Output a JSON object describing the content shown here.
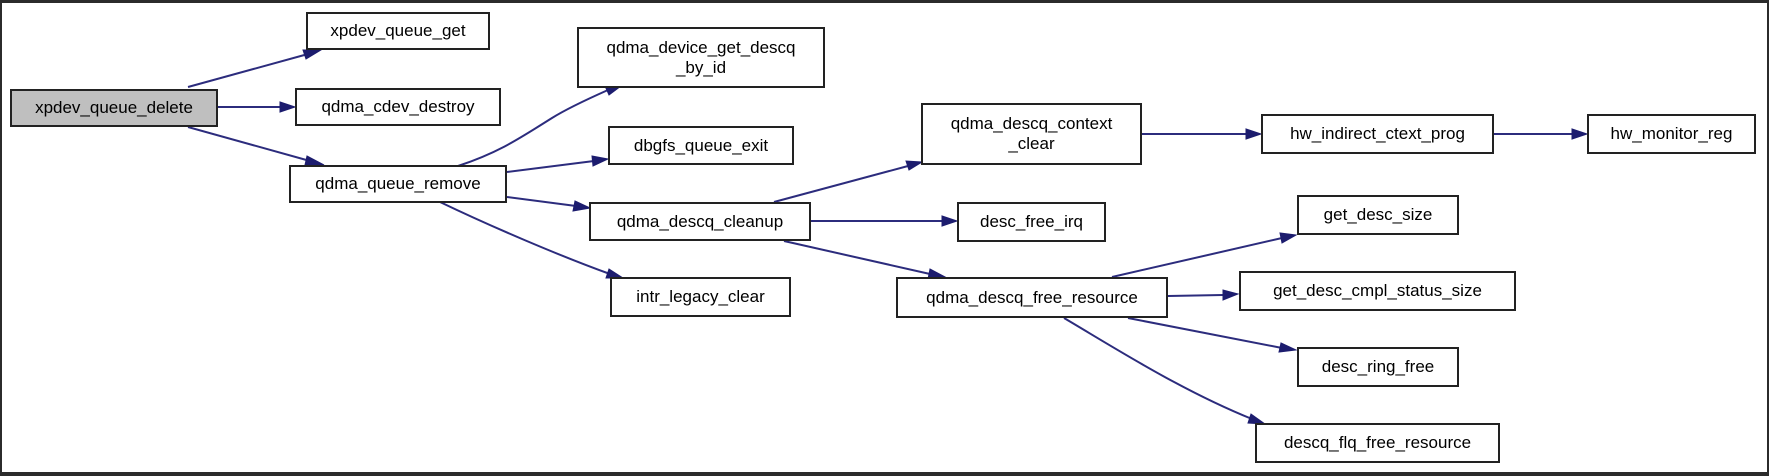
{
  "graph": {
    "colors": {
      "edge": "#2c2c7d",
      "arrowhead": "#1c1c6e",
      "root_fill": "#bfbfbf",
      "node_fill": "#ffffff",
      "node_border": "#222222",
      "frame": "#2b2b2b"
    },
    "nodes": {
      "xpdev_queue_delete": "xpdev_queue_delete",
      "xpdev_queue_get": "xpdev_queue_get",
      "qdma_cdev_destroy": "qdma_cdev_destroy",
      "qdma_queue_remove": "qdma_queue_remove",
      "qdma_device_get_descq_by_id": "qdma_device_get_descq\n_by_id",
      "dbgfs_queue_exit": "dbgfs_queue_exit",
      "qdma_descq_cleanup": "qdma_descq_cleanup",
      "intr_legacy_clear": "intr_legacy_clear",
      "qdma_descq_context_clear": "qdma_descq_context\n_clear",
      "desc_free_irq": "desc_free_irq",
      "qdma_descq_free_resource": "qdma_descq_free_resource",
      "hw_indirect_ctext_prog": "hw_indirect_ctext_prog",
      "hw_monitor_reg": "hw_monitor_reg",
      "get_desc_size": "get_desc_size",
      "get_desc_cmpl_status_size": "get_desc_cmpl_status_size",
      "desc_ring_free": "desc_ring_free",
      "descq_flq_free_resource": "descq_flq_free_resource"
    },
    "edges": [
      [
        "xpdev_queue_delete",
        "xpdev_queue_get"
      ],
      [
        "xpdev_queue_delete",
        "qdma_cdev_destroy"
      ],
      [
        "xpdev_queue_delete",
        "qdma_queue_remove"
      ],
      [
        "qdma_queue_remove",
        "qdma_device_get_descq_by_id"
      ],
      [
        "qdma_queue_remove",
        "dbgfs_queue_exit"
      ],
      [
        "qdma_queue_remove",
        "qdma_descq_cleanup"
      ],
      [
        "qdma_queue_remove",
        "intr_legacy_clear"
      ],
      [
        "qdma_descq_cleanup",
        "qdma_descq_context_clear"
      ],
      [
        "qdma_descq_cleanup",
        "desc_free_irq"
      ],
      [
        "qdma_descq_cleanup",
        "qdma_descq_free_resource"
      ],
      [
        "qdma_descq_context_clear",
        "hw_indirect_ctext_prog"
      ],
      [
        "hw_indirect_ctext_prog",
        "hw_monitor_reg"
      ],
      [
        "qdma_descq_free_resource",
        "get_desc_size"
      ],
      [
        "qdma_descq_free_resource",
        "get_desc_cmpl_status_size"
      ],
      [
        "qdma_descq_free_resource",
        "desc_ring_free"
      ],
      [
        "qdma_descq_free_resource",
        "descq_flq_free_resource"
      ]
    ]
  }
}
